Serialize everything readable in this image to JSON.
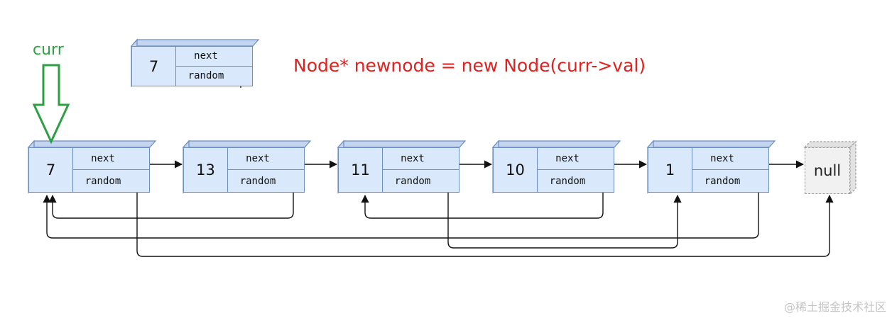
{
  "pointer_label": "curr",
  "code": "Node* newnode = new Node(curr->val)",
  "watermark": "@稀土掘金技术社区",
  "field_labels": {
    "next": "next",
    "random": "random"
  },
  "new_node": {
    "val": "7"
  },
  "nodes": [
    {
      "val": "7"
    },
    {
      "val": "13"
    },
    {
      "val": "11"
    },
    {
      "val": "10"
    },
    {
      "val": "1"
    }
  ],
  "null_label": "null",
  "random_links": [
    {
      "from": 0,
      "to": "null"
    },
    {
      "from": 1,
      "to": 0
    },
    {
      "from": 2,
      "to": 4
    },
    {
      "from": 3,
      "to": 2
    },
    {
      "from": 4,
      "to": 0
    }
  ],
  "colors": {
    "node_fill": "#dae8fc",
    "node_stroke": "#6c8ebf",
    "pointer": "#2ea043",
    "code_text": "#e0211f",
    "null_fill": "#f1f1f1"
  }
}
